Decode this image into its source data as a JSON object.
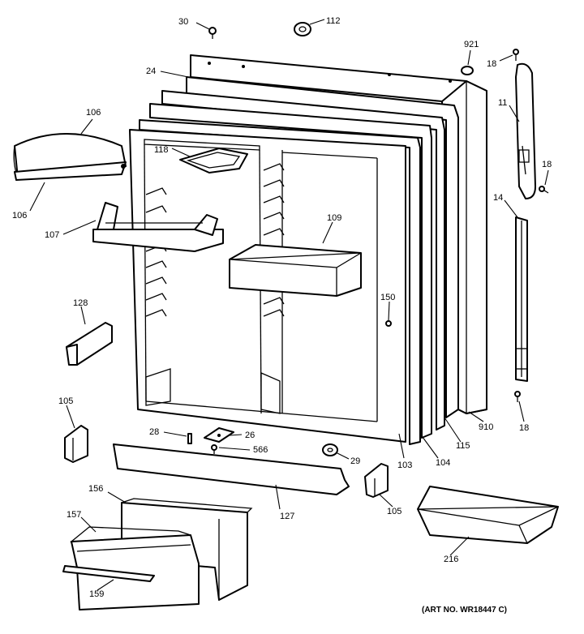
{
  "callouts": {
    "p30": "30",
    "p112": "112",
    "p921": "921",
    "p18a": "18",
    "p24": "24",
    "p106a": "106",
    "p106b": "106",
    "p11": "11",
    "p118": "118",
    "p18b": "18",
    "p14": "14",
    "p107": "107",
    "p109": "109",
    "p128": "128",
    "p150": "150",
    "p105a": "105",
    "p28": "28",
    "p26": "26",
    "p566": "566",
    "p29": "29",
    "p103": "103",
    "p104": "104",
    "p115": "115",
    "p910": "910",
    "p18c": "18",
    "p156": "156",
    "p127": "127",
    "p105b": "105",
    "p157": "157",
    "p216": "216",
    "p159": "159"
  },
  "art_number": "(ART NO. WR18447 C)"
}
